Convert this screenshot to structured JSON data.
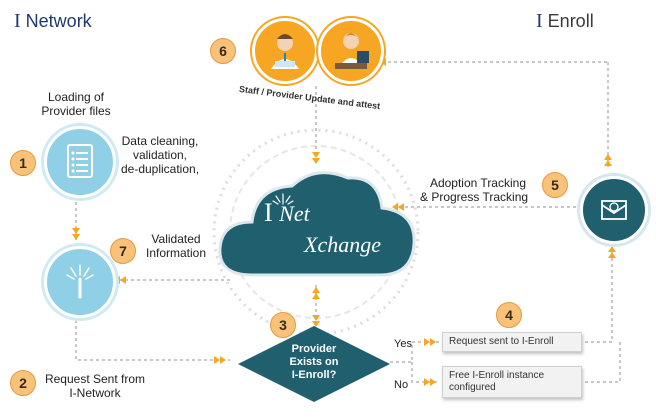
{
  "brands": {
    "network": "Network",
    "enroll": "Enroll",
    "netxchange_line1": "Net",
    "netxchange_line2": "Xchange",
    "i_mark": "I"
  },
  "steps": {
    "s1": "1",
    "s2": "2",
    "s3": "3",
    "s4": "4",
    "s5": "5",
    "s6": "6",
    "s7": "7"
  },
  "labels": {
    "loading_l1": "Loading of",
    "loading_l2": "Provider files",
    "cleaning_l1": "Data cleaning,",
    "cleaning_l2": "validation,",
    "cleaning_l3": "de-duplication,",
    "validated_l1": "Validated",
    "validated_l2": "Information",
    "request_from_l1": "Request Sent from",
    "request_from_l2": "I-Network",
    "adoption_l1": "Adoption Tracking",
    "adoption_l2": "& Progress Tracking",
    "staff_update": "Staff / Provider Update and attest",
    "decision_l1": "Provider",
    "decision_l2": "Exists on",
    "decision_l3": "I-Enroll?",
    "yes": "Yes",
    "no": "No",
    "request_enroll": "Request sent to I-Enroll",
    "free_l1": "Free I-Enroll instance",
    "free_l2": "configured"
  },
  "colors": {
    "teal_dark": "#1f5f6e",
    "teal_light": "#8fd0e6",
    "orange": "#f6a623",
    "badge": "#f8c27a",
    "line_grey": "#b5b5b5"
  },
  "icons": [
    "document-list-icon",
    "spark-icon",
    "email-icon",
    "doctor-icon",
    "staff-icon"
  ]
}
